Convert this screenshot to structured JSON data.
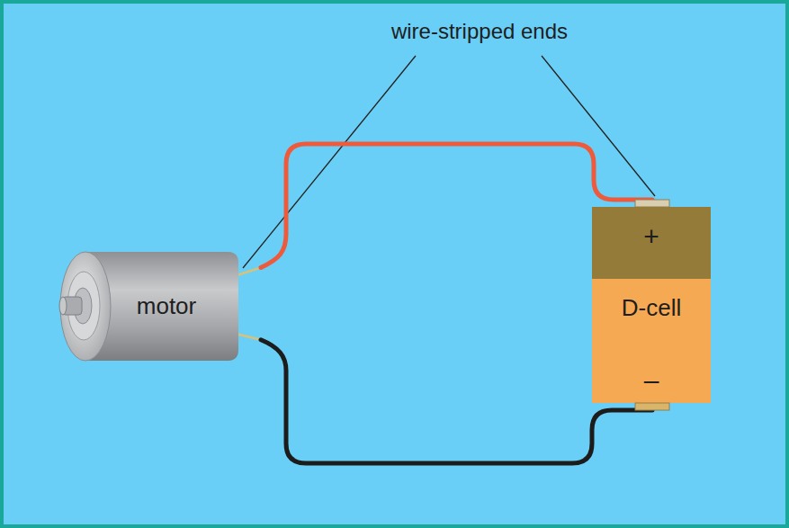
{
  "diagram": {
    "nodes": [
      {
        "text": [
          "motor"
        ]
      },
      {
        "text": [
          "+",
          "D-cell",
          "–"
        ]
      }
    ],
    "edges": [
      {
        "from": 0,
        "to": 1,
        "arrow": "none"
      },
      {
        "from": 0,
        "to": 1,
        "arrow": "none"
      }
    ],
    "labels": [
      "wire-stripped ends"
    ]
  }
}
